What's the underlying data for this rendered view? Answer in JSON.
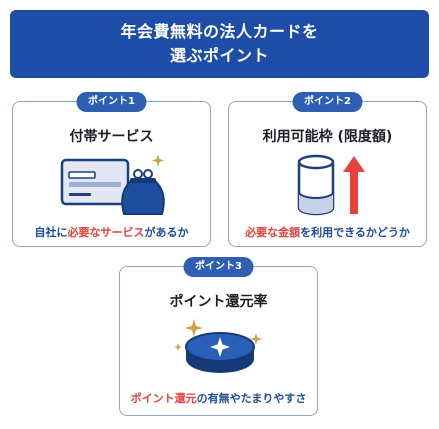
{
  "header": {
    "line1": "年会費無料の法人カードを",
    "line2": "選ぶポイント"
  },
  "points": [
    {
      "badge": "ポイント1",
      "title": "付帯サービス",
      "caption_pre": "自社に",
      "caption_highlight": "必要なサービス",
      "caption_post": "があるか"
    },
    {
      "badge": "ポイント2",
      "title": "利用可能枠 (限度額)",
      "caption_highlight": "必要な金額",
      "caption_post": "を利用できるかどうか"
    },
    {
      "badge": "ポイント3",
      "title": "ポイント還元率",
      "caption_highlight": "ポイント還元",
      "caption_post": "の有無やたまりやすさ"
    }
  ],
  "colors": {
    "header_bg": "#1d4da6",
    "badge_bg": "#2f5fb3",
    "accent_red": "#e8413e",
    "accent_blue": "#1e4b9a",
    "sparkle": "#c9a44a"
  },
  "icons": [
    "credit-card-icon",
    "coin-purse-icon",
    "sparkle-icon",
    "cylinder-icon",
    "up-arrow-icon",
    "coin-icon"
  ]
}
